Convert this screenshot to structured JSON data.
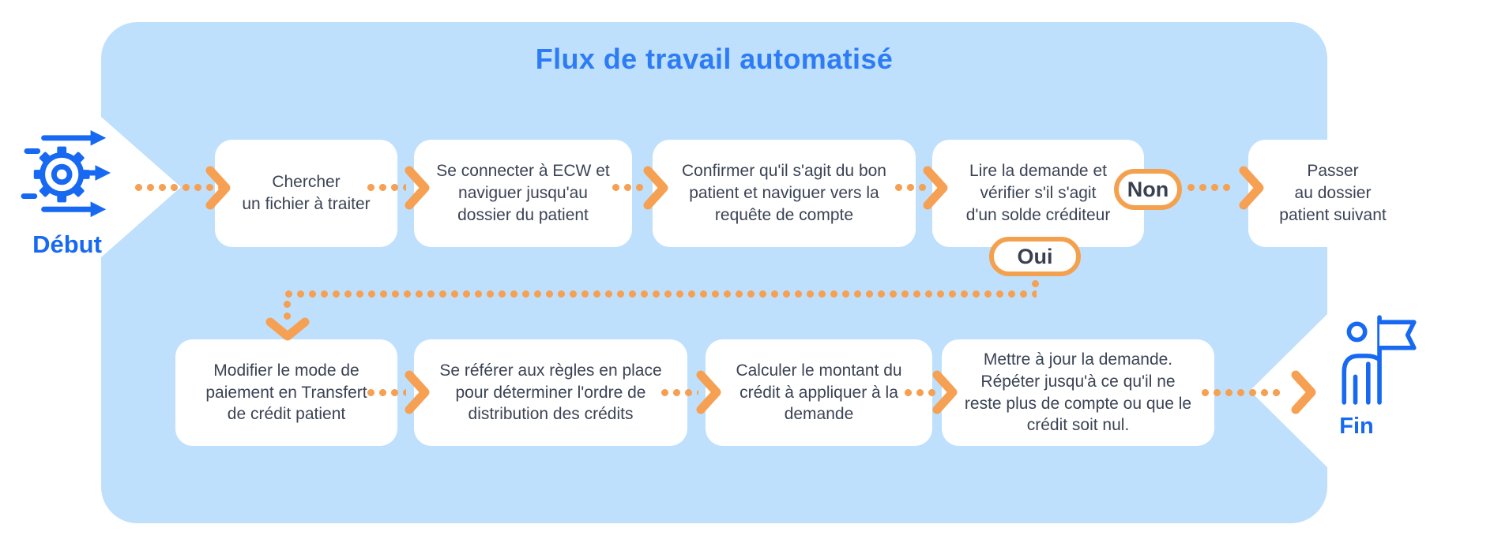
{
  "diagram": {
    "title": "Flux de travail automatisé",
    "start_label": "Début",
    "end_label": "Fin",
    "decision": {
      "no_label": "Non",
      "yes_label": "Oui"
    },
    "steps": [
      {
        "text": "Chercher\nun fichier à traiter"
      },
      {
        "text": "Se connecter à ECW et\nnaviguer jusqu'au\ndossier du patient"
      },
      {
        "text": "Confirmer qu'il s'agit du bon\npatient et naviguer vers la\nrequête de compte"
      },
      {
        "text": "Lire la demande et\nvérifier s'il s'agit\nd'un solde créditeur"
      },
      {
        "text": "Modifier le mode de\npaiement en Transfert\nde crédit patient"
      },
      {
        "text": "Se référer aux règles en place\npour déterminer l'ordre de\ndistribution des crédits"
      },
      {
        "text": "Calculer le montant du\ncrédit à appliquer à la\ndemande"
      },
      {
        "text": "Mettre à jour la demande.\nRépéter jusqu'à ce qu'il ne\nreste plus de compte ou que le\ncrédit soit nul."
      }
    ],
    "exit_step": {
      "text": "Passer\nau dossier\npatient suivant"
    },
    "icons": {
      "start": "process-gear-icon",
      "end": "finish-flag-icon"
    },
    "colors": {
      "container_blue": "#BEE0FC",
      "accent_orange": "#F6A053",
      "title_blue": "#2E7CF5",
      "icon_blue": "#1769F2",
      "text_dark": "#3B4354"
    }
  }
}
